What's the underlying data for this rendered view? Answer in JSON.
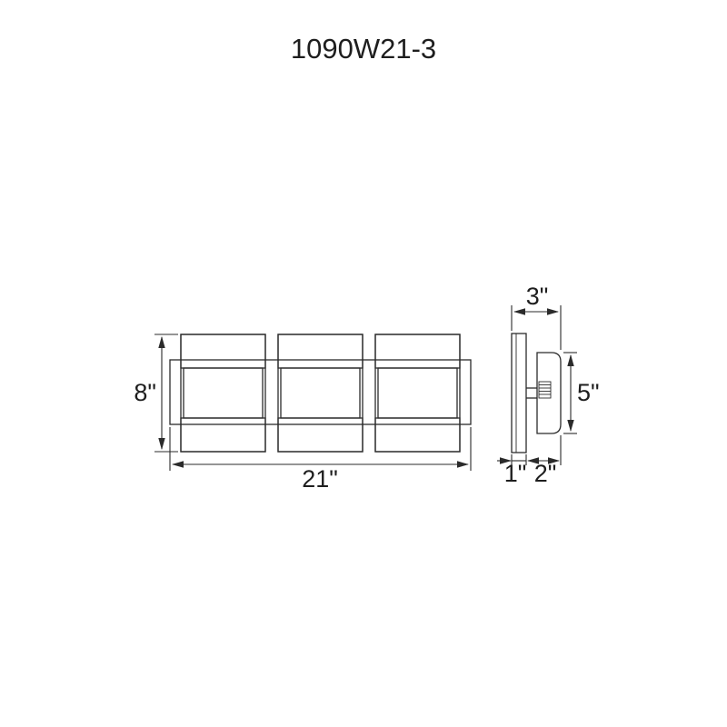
{
  "title": "1090W21-3",
  "front_view": {
    "height_label": "8\"",
    "width_label": "21\""
  },
  "side_view": {
    "depth_label": "3\"",
    "height_label": "5\"",
    "shade_depth_label": "1\"",
    "backplate_depth_label": "2\""
  }
}
